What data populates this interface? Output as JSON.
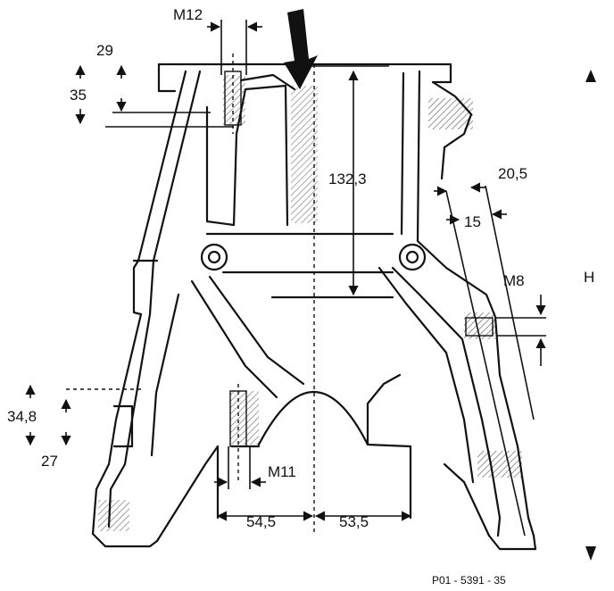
{
  "diagram": {
    "reference_code": "P01 - 5391 - 35",
    "labels": {
      "thread_top": "M12",
      "thread_bottom": "M11",
      "thread_right": "M8",
      "dim_height": "132,3",
      "dim_left": "54,5",
      "dim_right": "53,5",
      "dim_top_a": "29",
      "dim_top_b": "35",
      "dim_low_a": "34,8",
      "dim_low_b": "27",
      "dim_side_a": "20,5",
      "dim_side_b": "15",
      "side_letter": "H"
    }
  }
}
